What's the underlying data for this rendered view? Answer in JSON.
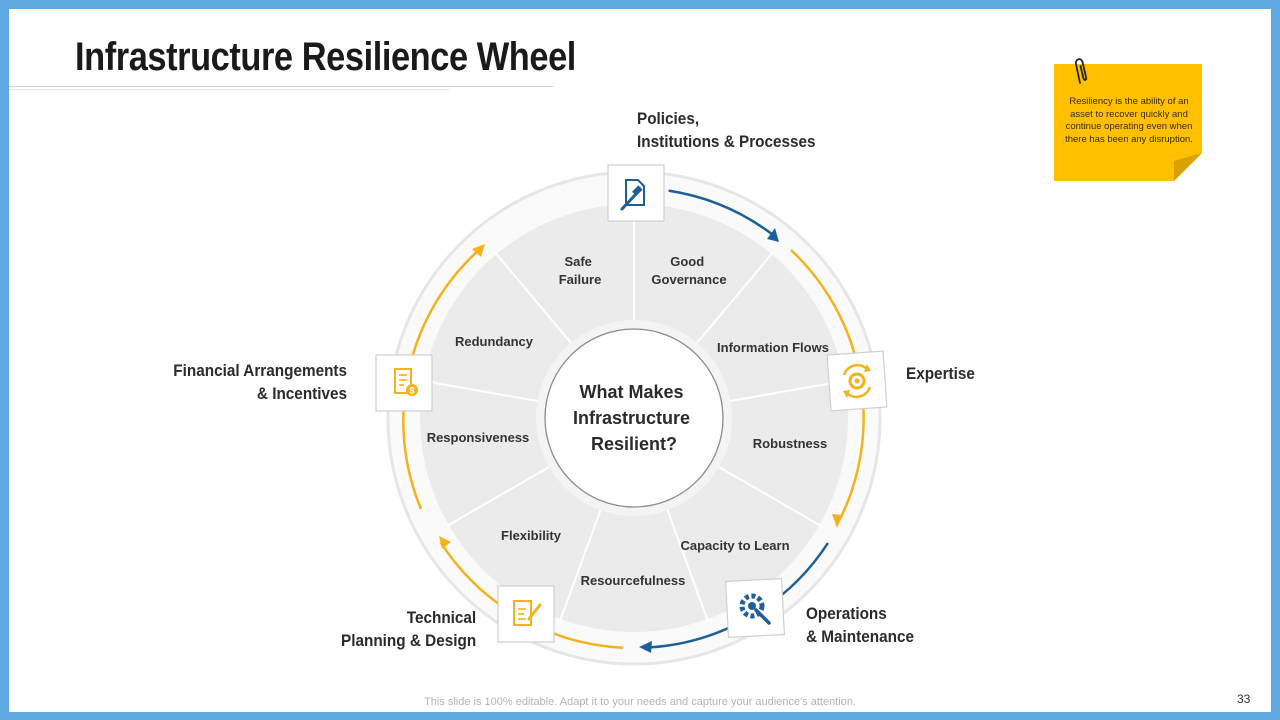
{
  "title": "Infrastructure Resilience Wheel",
  "note": {
    "text": "Resiliency is the ability of an asset to recover quickly and continue operating even when there has been any disruption."
  },
  "center": {
    "line1": "What Makes",
    "line2": "Infrastructure",
    "line3": "Resilient?"
  },
  "segments": [
    {
      "line1": "Safe",
      "line2": "Failure"
    },
    {
      "line1": "Good",
      "line2": "Governance"
    },
    {
      "line1": "Information Flows"
    },
    {
      "line1": "Robustness"
    },
    {
      "line1": "Capacity to Learn"
    },
    {
      "line1": "Resourcefulness"
    },
    {
      "line1": "Flexibility"
    },
    {
      "line1": "Responsiveness"
    },
    {
      "line1": "Redundancy"
    }
  ],
  "outer": {
    "policies": {
      "line1": "Policies,",
      "line2": "Institutions & Processes",
      "icon": "gavel-document-icon"
    },
    "expertise": {
      "line1": "Expertise",
      "icon": "gear-cycle-icon"
    },
    "operations": {
      "line1": "Operations",
      "line2": "& Maintenance",
      "icon": "wrench-gear-icon"
    },
    "technical": {
      "line1": "Technical",
      "line2": "Planning & Design",
      "icon": "pencil-document-icon"
    },
    "financial": {
      "line1": "Financial Arrangements",
      "line2": "& Incentives",
      "icon": "dollar-document-icon"
    }
  },
  "colors": {
    "blue": "#1f5f99",
    "yellow": "#f5b21d",
    "wheel": "#ebebeb"
  },
  "footer": "This slide is 100% editable. Adapt it to your needs and capture your audience's attention.",
  "page_number": "33"
}
